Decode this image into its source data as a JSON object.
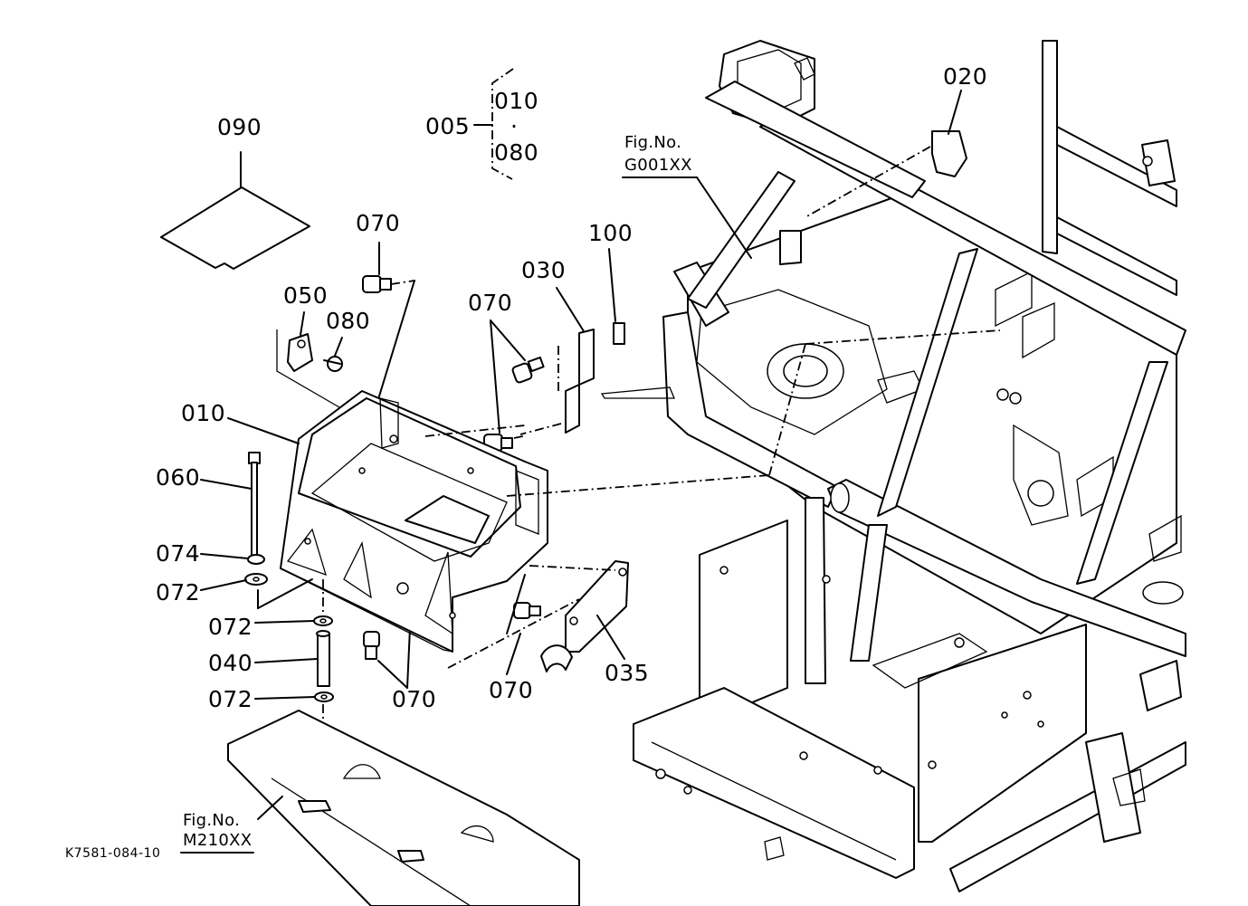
{
  "parts": {
    "p090": "090",
    "p005": "005",
    "p010_group": "010",
    "p080_group": "080",
    "group_dot": "·",
    "p020": "020",
    "p100": "100",
    "p030": "030",
    "p070_a": "070",
    "p070_b": "070",
    "p070_c": "070",
    "p070_d": "070",
    "p050": "050",
    "p080": "080",
    "p010": "010",
    "p060": "060",
    "p074": "074",
    "p072_a": "072",
    "p072_b": "072",
    "p072_c": "072",
    "p040": "040",
    "p035": "035"
  },
  "fig_refs": {
    "upper": {
      "label": "Fig.No.",
      "code": "G001XX"
    },
    "lower": {
      "label": "Fig.No.",
      "code": "M210XX"
    }
  },
  "diagram_code": "K7581-084-10"
}
